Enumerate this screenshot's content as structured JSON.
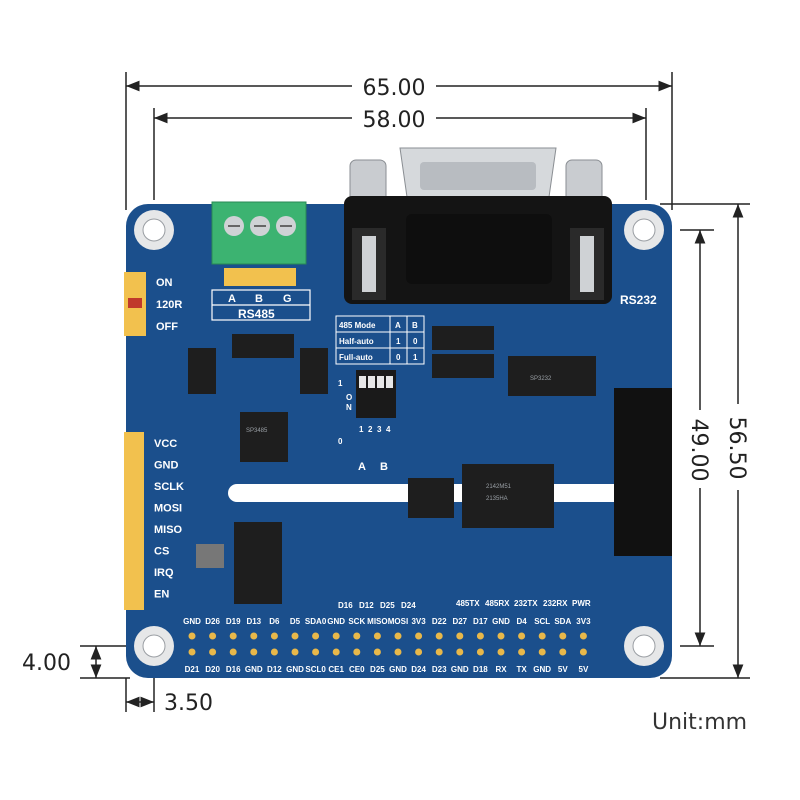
{
  "dimensions": {
    "overall_width": "65.00",
    "hole_spacing_x": "58.00",
    "overall_height": "56.50",
    "hole_spacing_y": "49.00",
    "hole_offset_y": "4.00",
    "hole_offset_x": "3.50"
  },
  "unit_label": "Unit:mm",
  "board": {
    "color": "#1b4f8c",
    "rs485_label": "RS485",
    "rs485_pins": [
      "A",
      "B",
      "G"
    ],
    "rs232_label": "RS232",
    "jumper_labels": [
      "ON",
      "120R",
      "OFF"
    ],
    "mode_table": {
      "header": [
        "485 Mode",
        "A",
        "B"
      ],
      "rows": [
        [
          "Half-auto",
          "1",
          "0"
        ],
        [
          "Full-auto",
          "0",
          "1"
        ]
      ]
    },
    "dip_labels": [
      "O",
      "N",
      "1",
      "2",
      "3",
      "4"
    ],
    "dip_ab": [
      "A",
      "B"
    ],
    "dip_side": [
      "1",
      "0"
    ],
    "spi_pins": [
      "VCC",
      "GND",
      "SCLK",
      "MOSI",
      "MISO",
      "CS",
      "IRQ",
      "EN"
    ],
    "led_labels": [
      "485TX",
      "485RX",
      "232TX",
      "232RX",
      "PWR"
    ],
    "jumper_small": [
      "D16",
      "D12",
      "D25",
      "D24"
    ],
    "gpio_top": [
      "GND",
      "D26",
      "D19",
      "D13",
      "D6",
      "D5",
      "SDA0",
      "GND",
      "SCK",
      "MISO",
      "MOSI",
      "3V3",
      "D22",
      "D27",
      "D17",
      "GND",
      "D4",
      "SCL",
      "SDA",
      "3V3"
    ],
    "gpio_bottom": [
      "D21",
      "D20",
      "D16",
      "GND",
      "D12",
      "GND",
      "SCL0",
      "CE1",
      "CE0",
      "D25",
      "GND",
      "D24",
      "D23",
      "GND",
      "D18",
      "RX",
      "TX",
      "GND",
      "5V",
      "5V"
    ],
    "chip_marks": [
      "SP3485",
      "SP3232",
      "2142M51",
      "2135HA"
    ]
  }
}
